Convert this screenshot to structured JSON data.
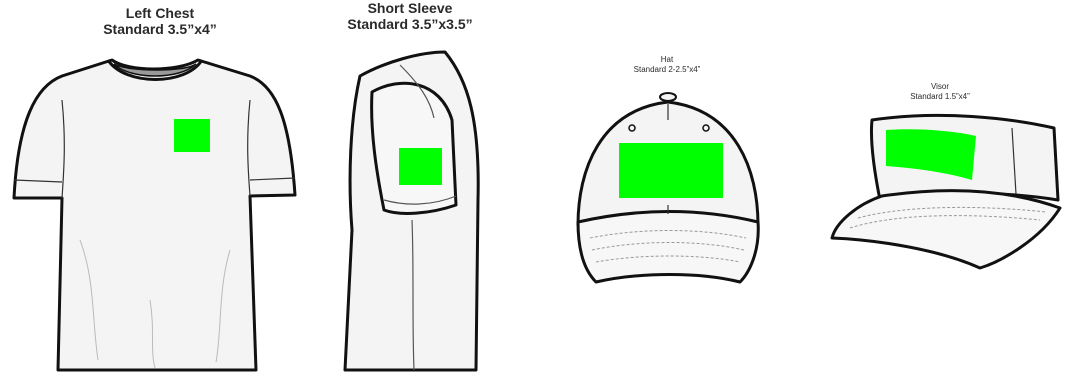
{
  "placements": [
    {
      "title": "Left Chest",
      "size": "Standard 3.5”x4”"
    },
    {
      "title": "Short Sleeve",
      "size": "Standard 3.5”x3.5”"
    },
    {
      "title": "Hat",
      "size": "Standard 2-2.5”x4”"
    },
    {
      "title": "Visor",
      "size": "Standard 1.5”x4”"
    }
  ],
  "colors": {
    "print_area": "#00ff00",
    "outline": "#111111",
    "garment": "#f4f4f4",
    "collar_inner": "#9a9a9a"
  }
}
